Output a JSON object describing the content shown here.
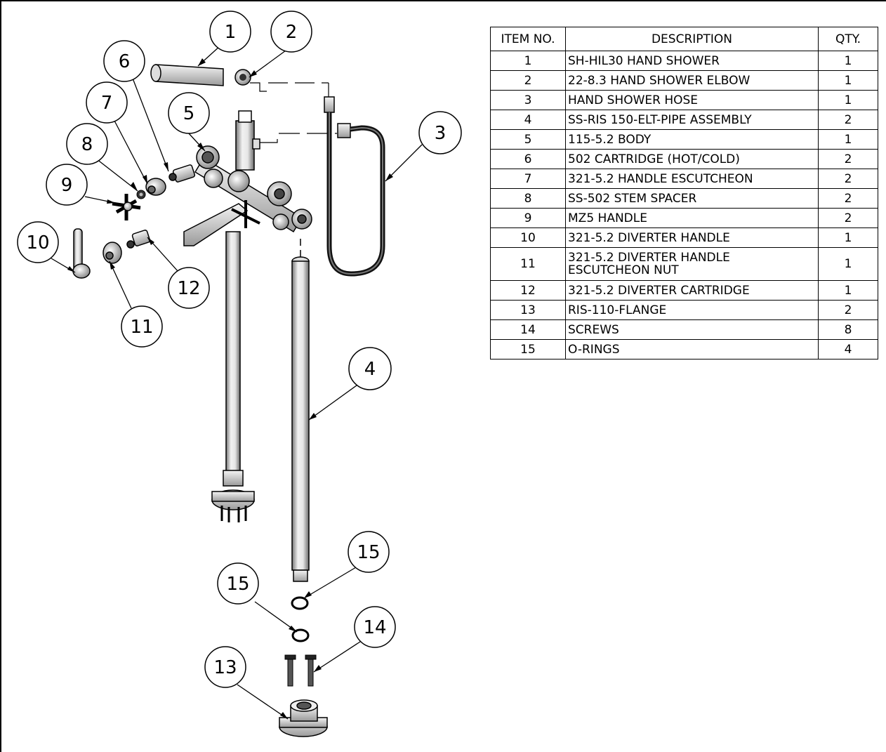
{
  "table": {
    "headers": {
      "item_no": "ITEM NO.",
      "description": "DESCRIPTION",
      "qty": "QTY."
    },
    "rows": [
      {
        "item": "1",
        "description": "SH-HIL30 HAND SHOWER",
        "qty": "1"
      },
      {
        "item": "2",
        "description": "22-8.3 HAND SHOWER ELBOW",
        "qty": "1"
      },
      {
        "item": "3",
        "description": "HAND SHOWER HOSE",
        "qty": "1"
      },
      {
        "item": "4",
        "description": "SS-RIS 150-ELT-PIPE ASSEMBLY",
        "qty": "2"
      },
      {
        "item": "5",
        "description": "115-5.2 BODY",
        "qty": "1"
      },
      {
        "item": "6",
        "description": "502 CARTRIDGE (HOT/COLD)",
        "qty": "2"
      },
      {
        "item": "7",
        "description": "321-5.2 HANDLE ESCUTCHEON",
        "qty": "2"
      },
      {
        "item": "8",
        "description": "SS-502 STEM SPACER",
        "qty": "2"
      },
      {
        "item": "9",
        "description": "MZ5 HANDLE",
        "qty": "2"
      },
      {
        "item": "10",
        "description": "321-5.2 DIVERTER HANDLE",
        "qty": "1"
      },
      {
        "item": "11",
        "description": "321-5.2 DIVERTER HANDLE\nESCUTCHEON NUT",
        "qty": "1"
      },
      {
        "item": "12",
        "description": "321-5.2 DIVERTER CARTRIDGE",
        "qty": "1"
      },
      {
        "item": "13",
        "description": "RIS-110-FLANGE",
        "qty": "2"
      },
      {
        "item": "14",
        "description": "SCREWS",
        "qty": "8"
      },
      {
        "item": "15",
        "description": "O-RINGS",
        "qty": "4"
      }
    ]
  },
  "balloons": {
    "b1": "1",
    "b2": "2",
    "b3": "3",
    "b4": "4",
    "b5": "5",
    "b6": "6",
    "b7": "7",
    "b8": "8",
    "b9": "9",
    "b10": "10",
    "b11": "11",
    "b12": "12",
    "b13": "13",
    "b14": "14",
    "b15a": "15",
    "b15b": "15"
  }
}
